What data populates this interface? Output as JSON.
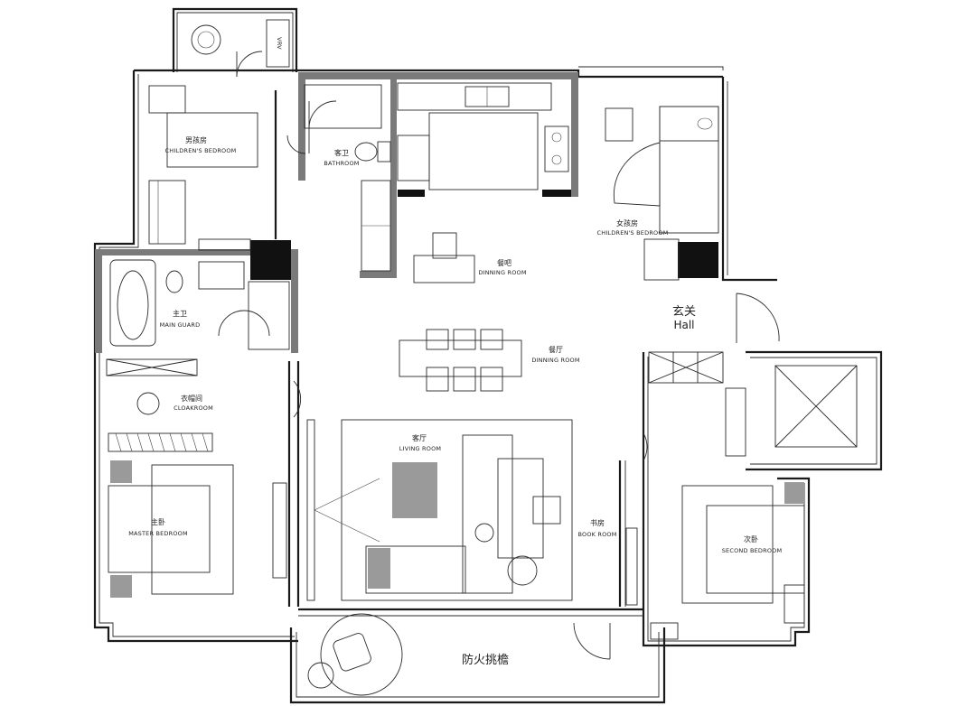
{
  "rooms": {
    "boys_room": {
      "cn": "男孩房",
      "en": "CHILDREN'S BEDROOM"
    },
    "bathroom": {
      "cn": "客卫",
      "en": "BATHROOM"
    },
    "dining_bar": {
      "cn": "餐吧",
      "en": "DINNING ROOM"
    },
    "girls_room": {
      "cn": "女孩房",
      "en": "CHILDREN'S BEDROOM"
    },
    "main_guard": {
      "cn": "主卫",
      "en": "MAIN GUARD"
    },
    "hall": {
      "cn": "玄关",
      "en": "Hall"
    },
    "dining_room": {
      "cn": "餐厅",
      "en": "DINNING ROOM"
    },
    "cloakroom": {
      "cn": "衣帽间",
      "en": "CLOAKROOM"
    },
    "living_room": {
      "cn": "客厅",
      "en": "LIVING ROOM"
    },
    "master_bedroom": {
      "cn": "主卧",
      "en": "MASTER BEDROOM"
    },
    "book_room": {
      "cn": "书房",
      "en": "BOOK ROOM"
    },
    "second_bedroom": {
      "cn": "次卧",
      "en": "SECOND BEDROOM"
    },
    "fire_eave": {
      "cn": "防火挑檐"
    }
  },
  "fixtures": {
    "ac_unit_label": "VRV"
  },
  "colors": {
    "line": "#1a1a1a",
    "wall_fill": "#7a7a7a",
    "solid": "#111111"
  }
}
